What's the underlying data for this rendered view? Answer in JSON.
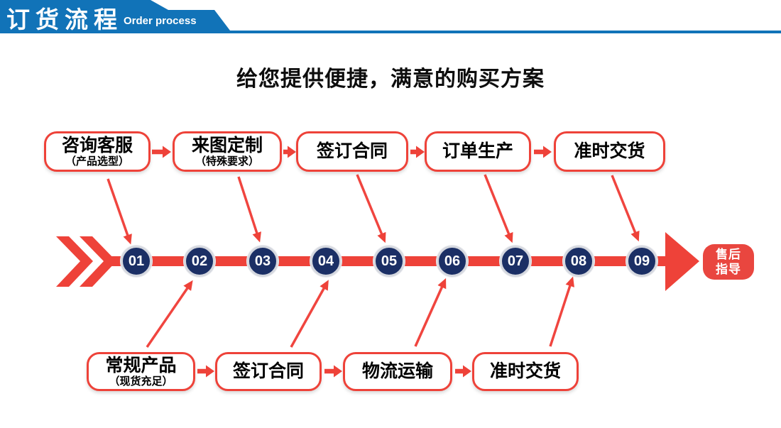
{
  "header": {
    "title_cn": "订货流程",
    "title_en": "Order process",
    "banner_color": "#1173b8"
  },
  "intro": {
    "headline": "给您提供便捷，满意的购买方案"
  },
  "flow": {
    "top_steps": [
      {
        "label": "咨询客服",
        "sublabel": "（产品选型）"
      },
      {
        "label": "来图定制",
        "sublabel": "（特殊要求）"
      },
      {
        "label": "签订合同",
        "sublabel": ""
      },
      {
        "label": "订单生产",
        "sublabel": ""
      },
      {
        "label": "准时交货",
        "sublabel": ""
      }
    ],
    "bottom_steps": [
      {
        "label": "常规产品",
        "sublabel": "（现货充足）"
      },
      {
        "label": "签订合同",
        "sublabel": ""
      },
      {
        "label": "物流运输",
        "sublabel": ""
      },
      {
        "label": "准时交货",
        "sublabel": ""
      }
    ],
    "timeline_numbers": [
      "01",
      "02",
      "03",
      "04",
      "05",
      "06",
      "07",
      "08",
      "09"
    ],
    "end_badge": {
      "line1": "售后",
      "line2": "指导"
    },
    "colors": {
      "accent_red": "#ee4239",
      "navy_circle": "#1b2f65",
      "banner_blue": "#1173b8"
    }
  }
}
